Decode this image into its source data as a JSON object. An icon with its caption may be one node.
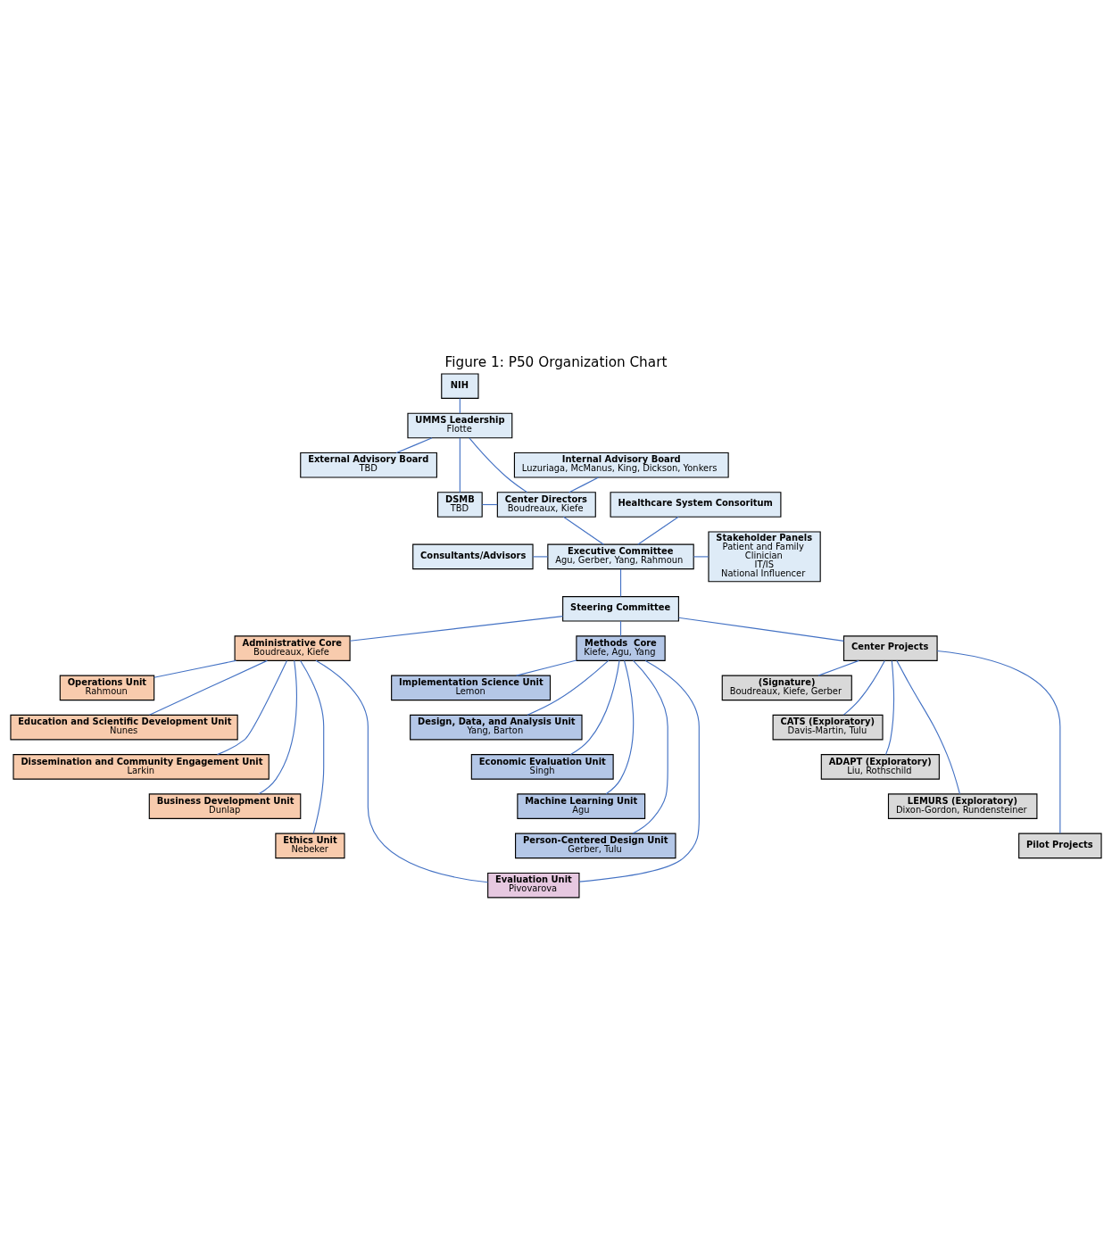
{
  "diagram": {
    "title": "Figure 1: P50 Organization Chart",
    "nodes": [
      {
        "text": [
          "NIH"
        ]
      },
      {
        "text": [
          "UMMS Leadership",
          "Flotte"
        ]
      },
      {
        "text": [
          "External Advisory Board",
          "TBD"
        ]
      },
      {
        "text": [
          "Internal Advisory Board",
          "Luzuriaga, McManus, King, Dickson, Yonkers"
        ]
      },
      {
        "text": [
          "DSMB",
          "TBD"
        ]
      },
      {
        "text": [
          "Center Directors",
          "Boudreaux, Kiefe"
        ]
      },
      {
        "text": [
          "Consultants/Advisors"
        ]
      },
      {
        "text": [
          "Executive Committee",
          "Agu, Gerber, Yang, Rahmoun"
        ]
      },
      {
        "text": [
          "Stakeholder Panels",
          "Patient and Family",
          "Clinician",
          "IT/IS",
          "National Influencer"
        ]
      },
      {
        "text": [
          "Healthcare System Consoritum"
        ]
      },
      {
        "text": [
          "Steering Committee"
        ]
      },
      {
        "text": [
          "Administrative Core",
          "Boudreaux, Kiefe"
        ]
      },
      {
        "text": [
          "Methods  Core",
          "Kiefe, Agu, Yang"
        ]
      },
      {
        "text": [
          "Center Projects"
        ]
      },
      {
        "text": [
          "Operations Unit",
          "Rahmoun"
        ]
      },
      {
        "text": [
          "Implementation Science Unit",
          "Lemon"
        ]
      },
      {
        "text": [
          "(Signature)",
          "Boudreaux, Kiefe, Gerber"
        ]
      },
      {
        "text": [
          "Education and Scientific Development Unit",
          "Nunes"
        ]
      },
      {
        "text": [
          "Design, Data, and Analysis Unit",
          "Yang, Barton"
        ]
      },
      {
        "text": [
          "CATS (Exploratory)",
          "Davis-Martin, Tulu"
        ]
      },
      {
        "text": [
          "Dissemination and Community Engagement Unit",
          "Larkin"
        ]
      },
      {
        "text": [
          "Economic Evaluation Unit",
          "Singh"
        ]
      },
      {
        "text": [
          "ADAPT (Exploratory)",
          "Liu, Rothschild"
        ]
      },
      {
        "text": [
          "Business Development Unit",
          "Dunlap"
        ]
      },
      {
        "text": [
          "Machine Learning Unit",
          "Agu"
        ]
      },
      {
        "text": [
          "LEMURS (Exploratory)",
          "Dixon-Gordon, Rundensteiner"
        ]
      },
      {
        "text": [
          "Ethics Unit",
          "Nebeker"
        ]
      },
      {
        "text": [
          "Person-Centered Design Unit",
          "Gerber, Tulu"
        ]
      },
      {
        "text": [
          "Pilot Projects"
        ]
      },
      {
        "text": [
          "Evaluation Unit",
          "Pivovarova"
        ]
      }
    ],
    "edges": [
      {
        "from": 0,
        "to": 1,
        "arrow": "none"
      },
      {
        "from": 1,
        "to": 2,
        "arrow": "none"
      },
      {
        "from": 1,
        "to": 4,
        "arrow": "none"
      },
      {
        "from": 1,
        "to": 5,
        "arrow": "none"
      },
      {
        "from": 4,
        "to": 5,
        "arrow": "none"
      },
      {
        "from": 3,
        "to": 5,
        "arrow": "none"
      },
      {
        "from": 5,
        "to": 7,
        "arrow": "none"
      },
      {
        "from": 6,
        "to": 7,
        "arrow": "none"
      },
      {
        "from": 9,
        "to": 7,
        "arrow": "none"
      },
      {
        "from": 7,
        "to": 8,
        "arrow": "none"
      },
      {
        "from": 7,
        "to": 10,
        "arrow": "none"
      },
      {
        "from": 10,
        "to": 11,
        "arrow": "none"
      },
      {
        "from": 10,
        "to": 12,
        "arrow": "none"
      },
      {
        "from": 10,
        "to": 13,
        "arrow": "none"
      },
      {
        "from": 11,
        "to": 14,
        "arrow": "none"
      },
      {
        "from": 11,
        "to": 17,
        "arrow": "none"
      },
      {
        "from": 11,
        "to": 20,
        "arrow": "none"
      },
      {
        "from": 11,
        "to": 23,
        "arrow": "none"
      },
      {
        "from": 11,
        "to": 26,
        "arrow": "none"
      },
      {
        "from": 11,
        "to": 29,
        "arrow": "none"
      },
      {
        "from": 12,
        "to": 15,
        "arrow": "none"
      },
      {
        "from": 12,
        "to": 18,
        "arrow": "none"
      },
      {
        "from": 12,
        "to": 21,
        "arrow": "none"
      },
      {
        "from": 12,
        "to": 24,
        "arrow": "none"
      },
      {
        "from": 12,
        "to": 27,
        "arrow": "none"
      },
      {
        "from": 12,
        "to": 29,
        "arrow": "none"
      },
      {
        "from": 13,
        "to": 16,
        "arrow": "none"
      },
      {
        "from": 13,
        "to": 19,
        "arrow": "none"
      },
      {
        "from": 13,
        "to": 22,
        "arrow": "none"
      },
      {
        "from": 13,
        "to": 25,
        "arrow": "none"
      },
      {
        "from": 13,
        "to": 28,
        "arrow": "none"
      }
    ]
  }
}
